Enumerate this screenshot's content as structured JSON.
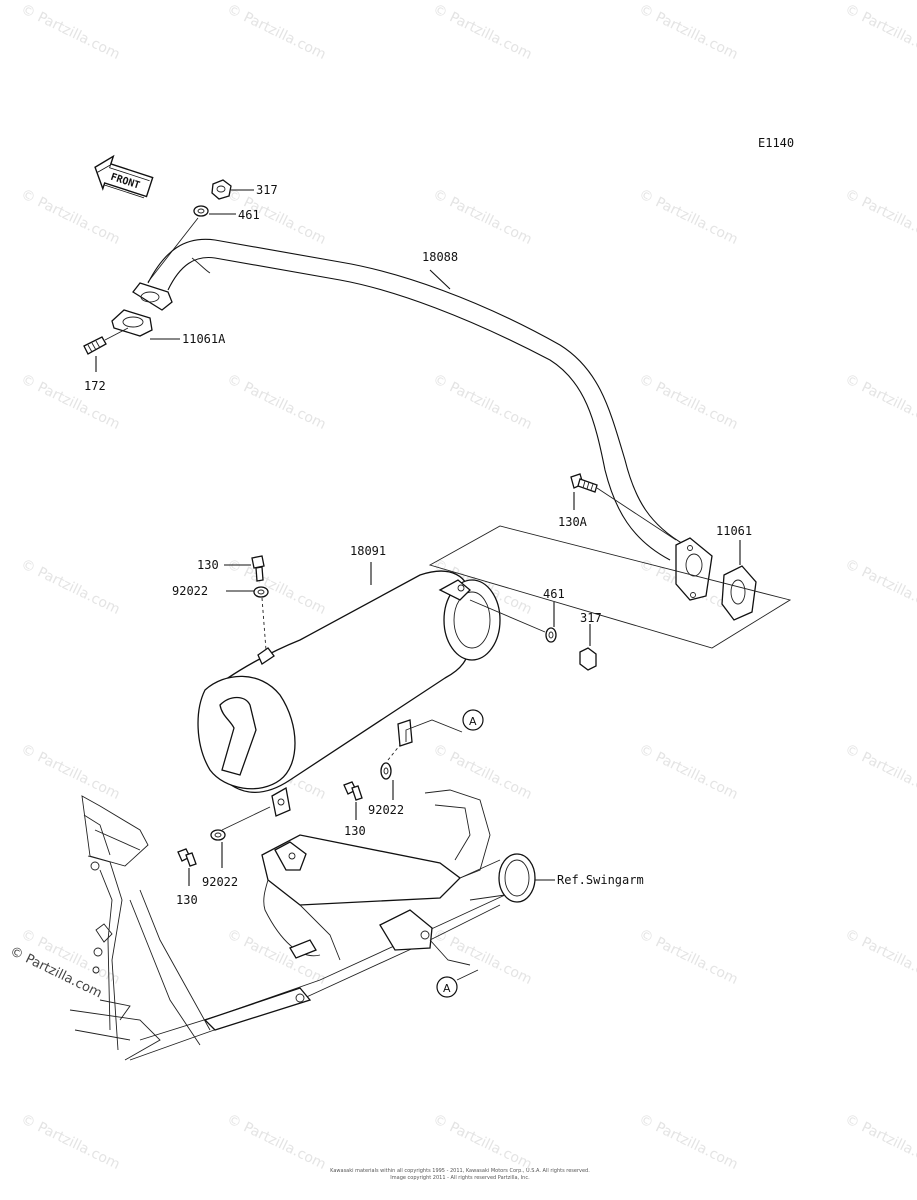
{
  "diagram_code": "E1140",
  "front_arrow": "FRONT",
  "watermark": "© Partzilla.com",
  "copyright_mark": "© Partzilla.com",
  "parts": {
    "p317_top": "317",
    "p461_top": "461",
    "p18088": "18088",
    "p11061A": "11061A",
    "p172": "172",
    "p130A": "130A",
    "p11061": "11061",
    "p130_top": "130",
    "p18091": "18091",
    "p92022_top": "92022",
    "p461_mid": "461",
    "p317_mid": "317",
    "p130_mid": "130",
    "p92022_mid": "92022",
    "p130_low": "130",
    "p92022_low": "92022",
    "ref_swingarm": "Ref.Swingarm",
    "callout_a1": "A",
    "callout_a2": "A"
  },
  "footer": {
    "line1": "Kawasaki materials within all copyrights 1995 - 2011, Kawasaki Motors Corp., U.S.A. All rights reserved.",
    "line2": "Image copyright 2011 - All rights reserved Partzilla, Inc."
  }
}
